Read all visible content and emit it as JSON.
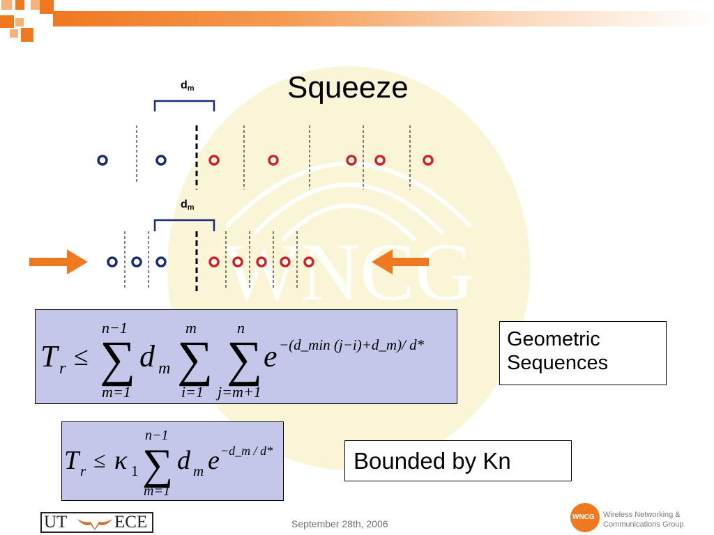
{
  "slide": {
    "title": "Squeeze",
    "dm_label_top": {
      "main": "d",
      "sub": "m"
    },
    "dm_label_bottom": {
      "main": "d",
      "sub": "m"
    },
    "callout_geometric": "Geometric Sequences",
    "callout_bounded": "Bounded by Kn",
    "date": "September 28th, 2006",
    "wncg_line1": "Wireless Networking &",
    "wncg_line2": "Communications Group",
    "wncg_badge": "WNCG",
    "ut_left": "UT",
    "ut_right": "ECE",
    "watermark": "WNCG"
  },
  "formula1": {
    "lhs_T": "T",
    "lhs_sub": "r",
    "leq": "≤",
    "sum1_top": "n−1",
    "sum1_bot": "m=1",
    "d": "d",
    "d_sub": "m",
    "sum2_top": "m",
    "sum2_bot": "i=1",
    "sum3_top": "n",
    "sum3_bot": "j=m+1",
    "e": "e",
    "exponent": "−(d_min (j−i)+d_m)/ d*"
  },
  "formula2": {
    "lhs_T": "T",
    "lhs_sub": "r",
    "leq": "≤",
    "kappa": "κ",
    "kappa_sub": "1",
    "sum_top": "n−1",
    "sum_bot": "m=1",
    "d": "d",
    "d_sub": "m",
    "e": "e",
    "exponent": "−d_m / d*"
  },
  "colors": {
    "accent_orange": "#f07820",
    "node_blue": "#1a2a7a",
    "node_red": "#d42020",
    "formula_bg": "#c4c6ea",
    "bracket": "#1a2a7a"
  }
}
